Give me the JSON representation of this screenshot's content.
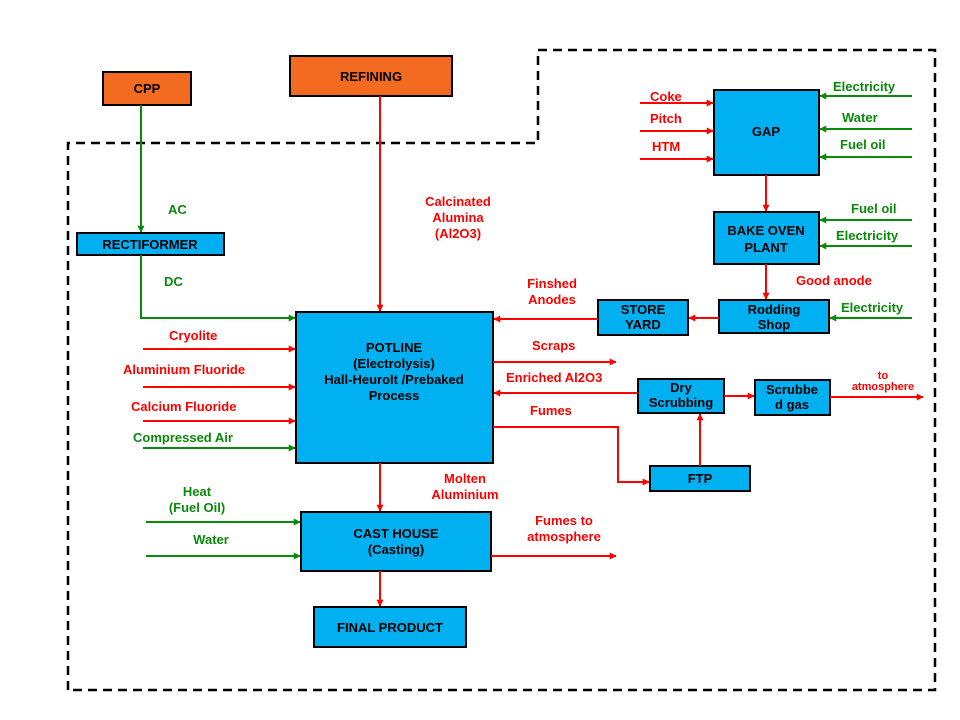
{
  "colors": {
    "process": "#00B0F0",
    "source": "#F26B21",
    "material": "#FF0000",
    "utility": "#0A8A0A"
  },
  "boxes": {
    "cpp": "CPP",
    "refining": "REFINING",
    "gap": "GAP",
    "rectiformer": "RECTIFORMER",
    "bake_oven": [
      "BAKE OVEN",
      "PLANT"
    ],
    "store_yard": [
      "STORE",
      "YARD"
    ],
    "rodding": [
      "Rodding",
      "Shop"
    ],
    "potline": [
      "POTLINE",
      "(Electrolysis)",
      "Hall-Heurolt /Prebaked",
      "Process"
    ],
    "dry_scrubbing": [
      "Dry",
      "Scrubbing"
    ],
    "scrubbed_gas": [
      "Scrubbe",
      "d gas"
    ],
    "ftp": "FTP",
    "cast_house": [
      "CAST HOUSE",
      "(Casting)"
    ],
    "final_product": "FINAL PRODUCT"
  },
  "labels": {
    "coke": "Coke",
    "pitch": "Pitch",
    "htm": "HTM",
    "gap_electricity": "Electricity",
    "gap_water": "Water",
    "gap_fuel_oil": "Fuel oil",
    "bake_fuel_oil": "Fuel oil",
    "bake_electricity": "Electricity",
    "good_anode": "Good anode",
    "rod_electricity": "Electricity",
    "ac": "AC",
    "dc": "DC",
    "calcinated": [
      "Calcinated",
      "Alumina",
      "(Al2O3)"
    ],
    "finished_anodes": [
      "Finshed",
      "Anodes"
    ],
    "cryolite": "Cryolite",
    "aluminium_fluoride": "Aluminium Fluoride",
    "calcium_fluoride": "Calcium Fluoride",
    "compressed_air": "Compressed Air",
    "scraps": "Scraps",
    "enriched": "Enriched Al2O3",
    "fumes": "Fumes",
    "to_atmosphere": [
      "to",
      "atmosphere"
    ],
    "molten": [
      "Molten",
      "Aluminium"
    ],
    "heat": [
      "Heat",
      "(Fuel Oil)"
    ],
    "water": "Water",
    "fumes_to_atm": [
      "Fumes to",
      "atmosphere"
    ]
  }
}
